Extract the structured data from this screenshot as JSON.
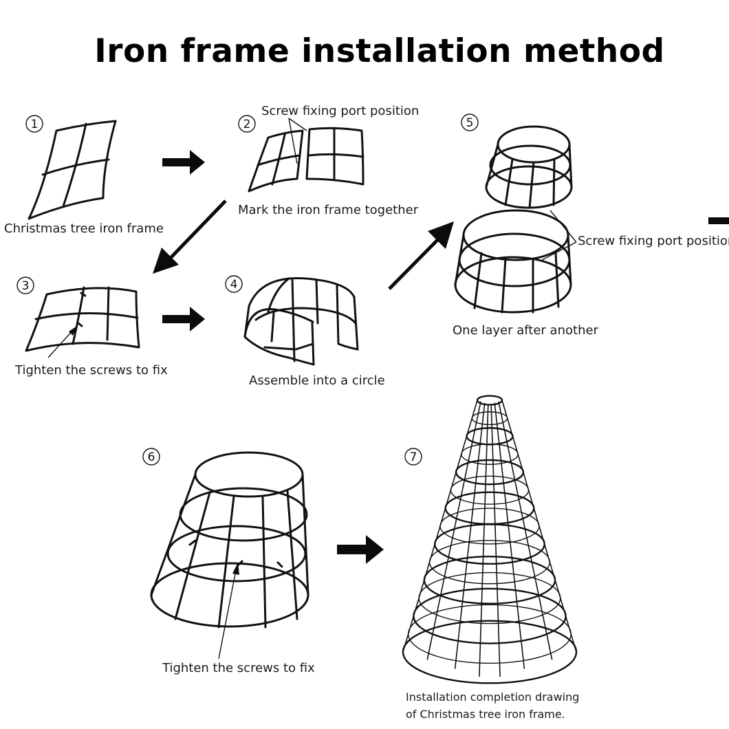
{
  "title": "Iron frame installation method",
  "steps": [
    {
      "num": "1",
      "label": "Christmas tree iron frame"
    },
    {
      "num": "2",
      "label": "Mark the iron frame together",
      "callout": "Screw fixing port position"
    },
    {
      "num": "3",
      "label": "Tighten the screws to fix"
    },
    {
      "num": "4",
      "label": "Assemble into a circle"
    },
    {
      "num": "5",
      "label": "One layer after another",
      "callout": "Screw fixing port position"
    },
    {
      "num": "6",
      "label": "Tighten the screws to fix"
    },
    {
      "num": "7",
      "label_line1": "Installation completion drawing",
      "label_line2": "of Christmas tree iron frame."
    }
  ]
}
